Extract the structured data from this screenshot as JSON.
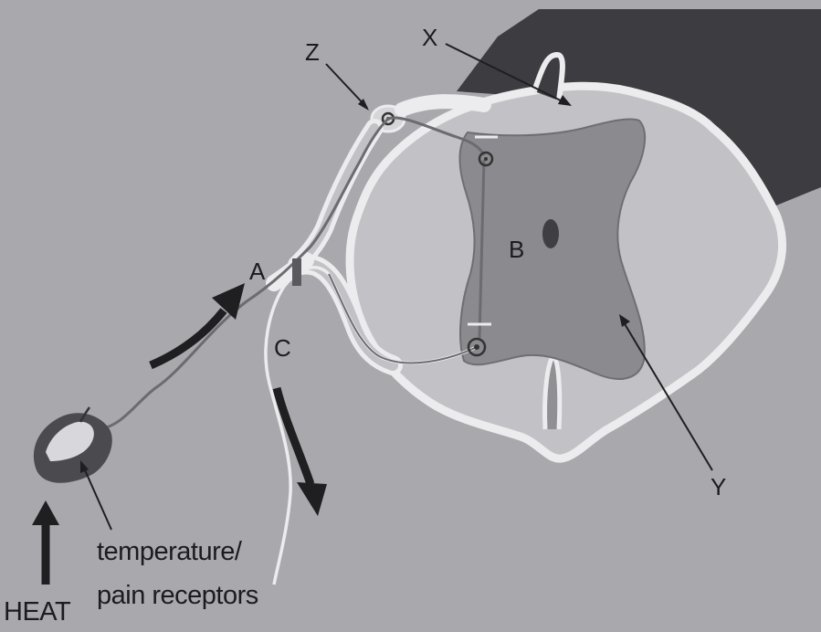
{
  "labels": {
    "z": "Z",
    "x": "X",
    "a": "A",
    "b": "B",
    "c": "C",
    "y": "Y",
    "receptor_caption_line1": "temperature/",
    "receptor_caption_line2": "pain receptors",
    "heat": "HEAT"
  },
  "colors": {
    "background": "#a9a9ad",
    "white_matter": "#c2c2c6",
    "grey_matter": "#8a8a8f",
    "dark_tissue": "#3c3c40",
    "outline": "#e9e9ec",
    "ink": "#1c1c1f"
  }
}
